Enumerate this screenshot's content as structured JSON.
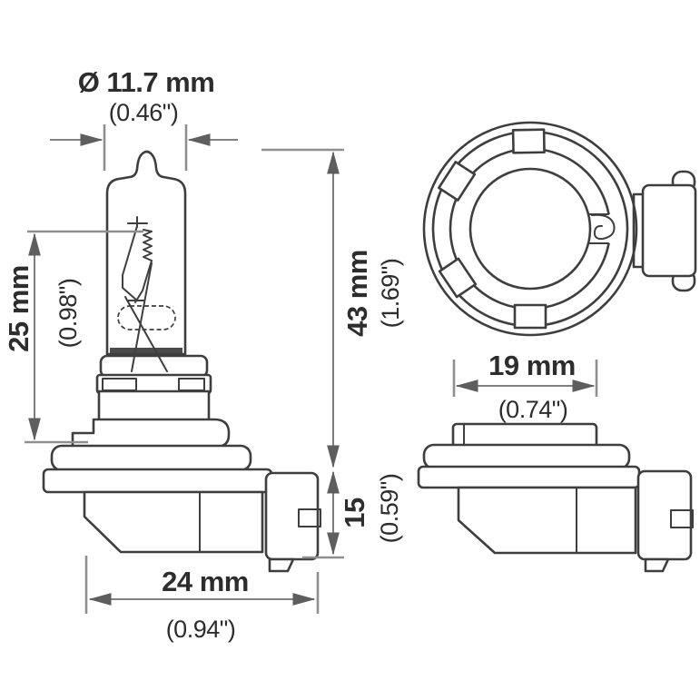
{
  "drawing": {
    "title": "Halogen bulb technical drawing",
    "views": {
      "side_view": "bulb side view",
      "front_view": "base front view",
      "base_view": "base side view"
    }
  },
  "dims": {
    "diameter": {
      "mm": "Ø 11.7 mm",
      "inch": "(0.46\")"
    },
    "glass_height": {
      "mm": "25 mm",
      "inch": "(0.98\")"
    },
    "total_height": {
      "mm": "43 mm",
      "inch": "(1.69\")"
    },
    "base_height": {
      "mm": "15",
      "inch": "(0.59\")"
    },
    "base_length": {
      "mm": "24 mm",
      "inch": "(0.94\")"
    },
    "collar_width": {
      "mm": "19 mm",
      "inch": "(0.74\")"
    }
  },
  "colors": {
    "outline": "#3e3e3e",
    "dimension_line": "#6e6e6e",
    "extension_line": "#8f8f8f",
    "text": "#2d2d2d",
    "background": "#ffffff"
  }
}
